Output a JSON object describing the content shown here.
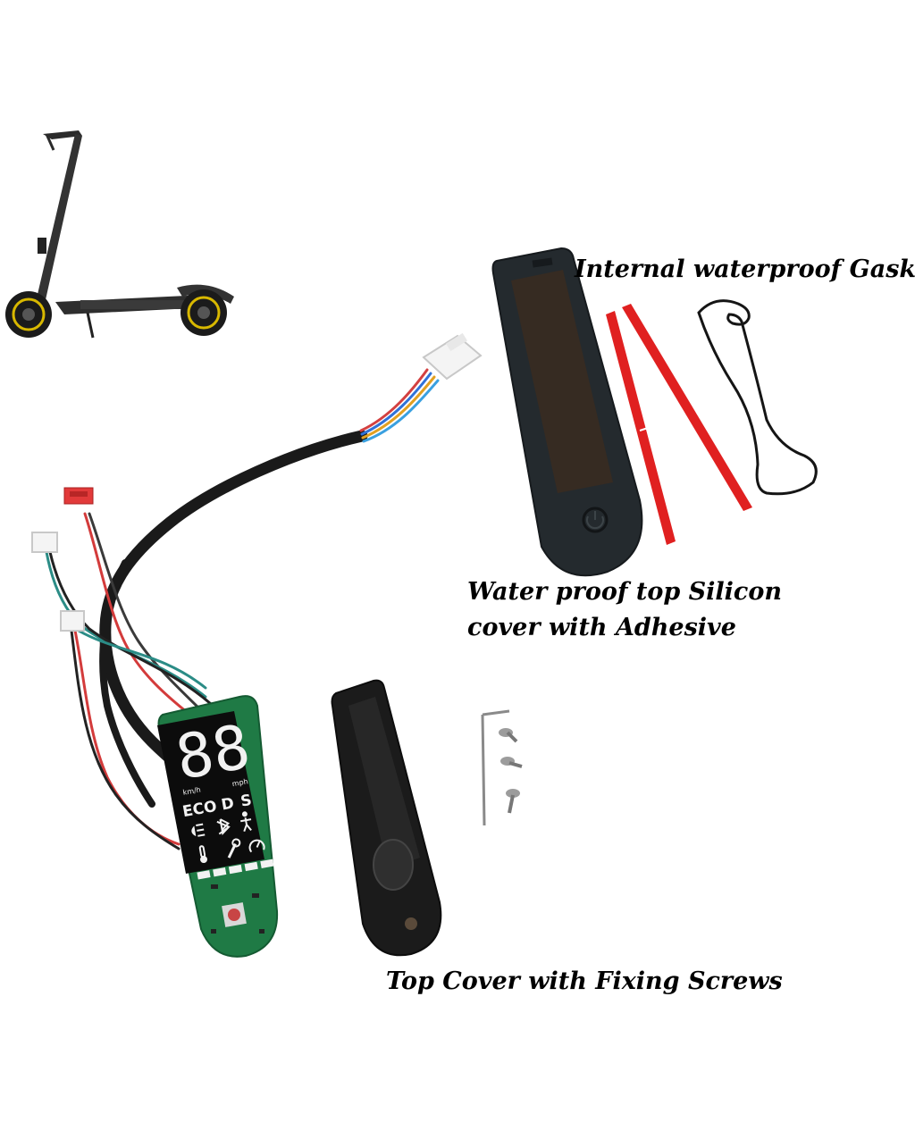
{
  "labels": {
    "gasket": "Internal waterproof Gasket",
    "silicon_line1": "Water proof top Silicon",
    "silicon_line2": "cover with Adhesive",
    "top_cover": "Top Cover with Fixing Screws"
  },
  "display": {
    "digits": "88",
    "unit_left": "km/h",
    "unit_right": "mph",
    "mode_eco": "ECO",
    "mode_d": "D",
    "mode_s": "S"
  },
  "colors": {
    "pcb_green": "#1f7a45",
    "display_black": "#0c0c0c",
    "segment_white": "#f2f2f2",
    "cable_black": "#1a1a1a",
    "silicon_cover": "#242a2e",
    "adhesive_red": "#e02020",
    "connector_red": "#e23a3a",
    "connector_white": "#f4f4f4"
  },
  "icons": [
    "scooter-photo",
    "headlight-icon",
    "bluetooth-icon",
    "walk-icon",
    "thermometer-icon",
    "wrench-icon",
    "speedometer-icon",
    "power-icon"
  ]
}
